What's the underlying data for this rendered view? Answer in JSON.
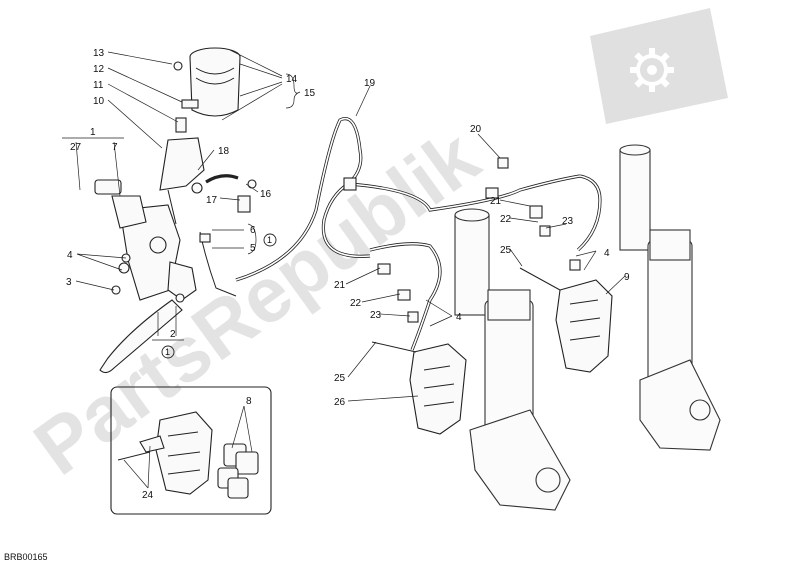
{
  "watermark": {
    "text": "PartsRepublik",
    "icon": "gear-icon"
  },
  "diagram_ref": "BRB00165",
  "callouts": {
    "c1": "1",
    "c2": "2",
    "c3": "3",
    "c4a": "4",
    "c4b": "4",
    "c4c": "4",
    "c5": "5",
    "c6": "6",
    "c7": "7",
    "c8": "8",
    "c9": "9",
    "c10": "10",
    "c11": "11",
    "c12": "12",
    "c13": "13",
    "c14": "14",
    "c15": "15",
    "c16": "16",
    "c17": "17",
    "c18": "18",
    "c19": "19",
    "c20": "20",
    "c21a": "21",
    "c21b": "21",
    "c22a": "22",
    "c22b": "22",
    "c23a": "23",
    "c23b": "23",
    "c24": "24",
    "c25a": "25",
    "c25b": "25",
    "c26": "26",
    "c27": "27"
  },
  "note_marks": {
    "n1": "1",
    "n2": "1"
  }
}
